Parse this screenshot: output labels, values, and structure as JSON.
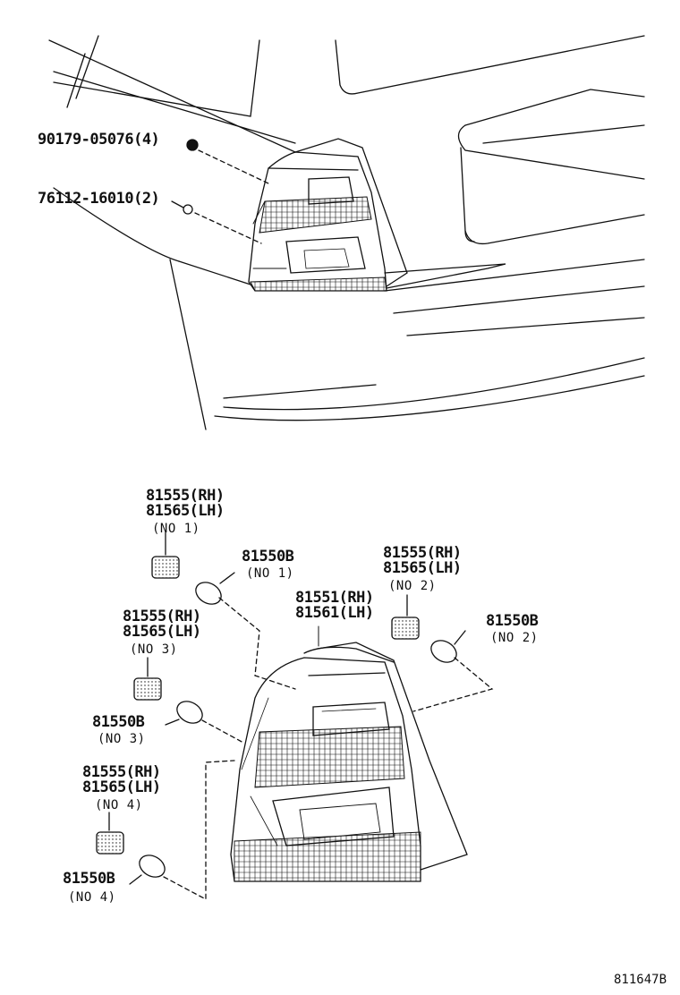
{
  "top": {
    "fastener_a": "90179-05076(4)",
    "fastener_b": "76112-16010(2)"
  },
  "lamp": {
    "assy_rh": "81551(RH)",
    "assy_lh": "81561(LH)"
  },
  "sockets": [
    {
      "rh": "81555(RH)",
      "lh": "81565(LH)",
      "no": "(NO 1)",
      "bulb": "81550B",
      "bulb_no": "(NO 1)"
    },
    {
      "rh": "81555(RH)",
      "lh": "81565(LH)",
      "no": "(NO 2)",
      "bulb": "81550B",
      "bulb_no": "(NO 2)"
    },
    {
      "rh": "81555(RH)",
      "lh": "81565(LH)",
      "no": "(NO 3)",
      "bulb": "81550B",
      "bulb_no": "(NO 3)"
    },
    {
      "rh": "81555(RH)",
      "lh": "81565(LH)",
      "no": "(NO 4)",
      "bulb": "81550B",
      "bulb_no": "(NO 4)"
    }
  ],
  "figure_ref": "811647B",
  "colors": {
    "ink": "#111111",
    "background": "#ffffff"
  }
}
